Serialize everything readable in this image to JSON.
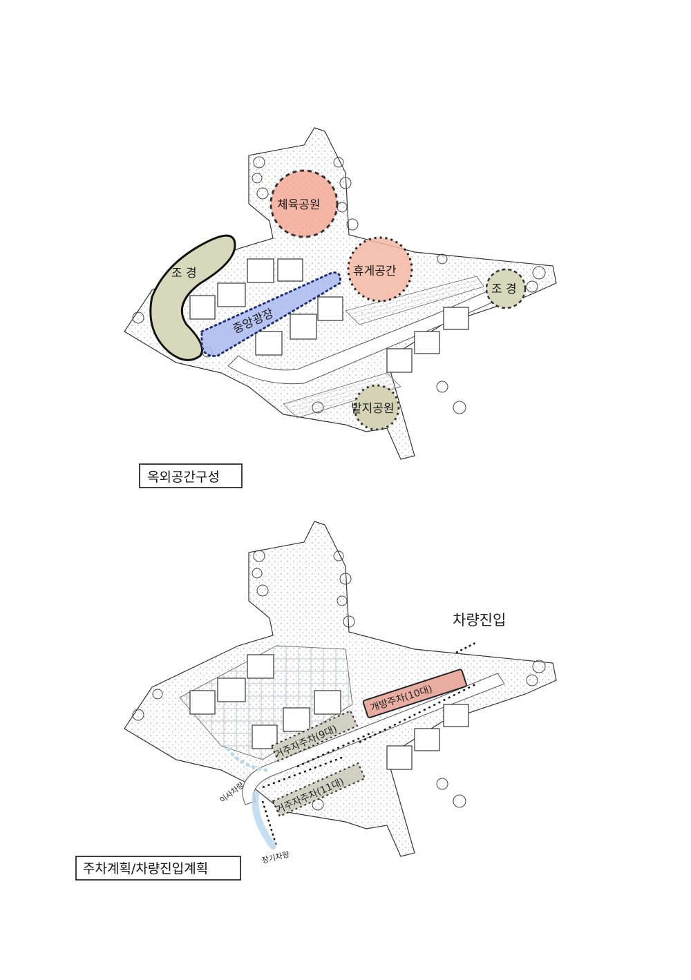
{
  "plan_top": {
    "caption": "옥외공간구성",
    "zones": {
      "sports_park": "체육공원",
      "rest_space": "휴게공간",
      "landscape_left": "조 경",
      "central_plaza": "중앙광장",
      "landscape_right": "조 경",
      "field_park": "밭지공원"
    }
  },
  "plan_bottom": {
    "caption": "주차계획/차량진입계획",
    "vehicle_entry": "차량진입",
    "parking": {
      "public": "개방주차(10대)",
      "resident_a": "거주자주차(9대)",
      "resident_b": "거주자주차(11대)"
    },
    "moving_vehicle": "이사차량",
    "long_term_vehicle": "장기차량"
  },
  "colors": {
    "sports_park": "#f2a48e",
    "rest_space": "#f4b9a4",
    "landscape": "#d6d9bc",
    "central_plaza": "#aab9ee",
    "field_park": "#d4d3b6",
    "public_parking": "#e8ada0",
    "resident_parking": "#d2d0c3",
    "vehicle_path": "#b8d6ef"
  }
}
